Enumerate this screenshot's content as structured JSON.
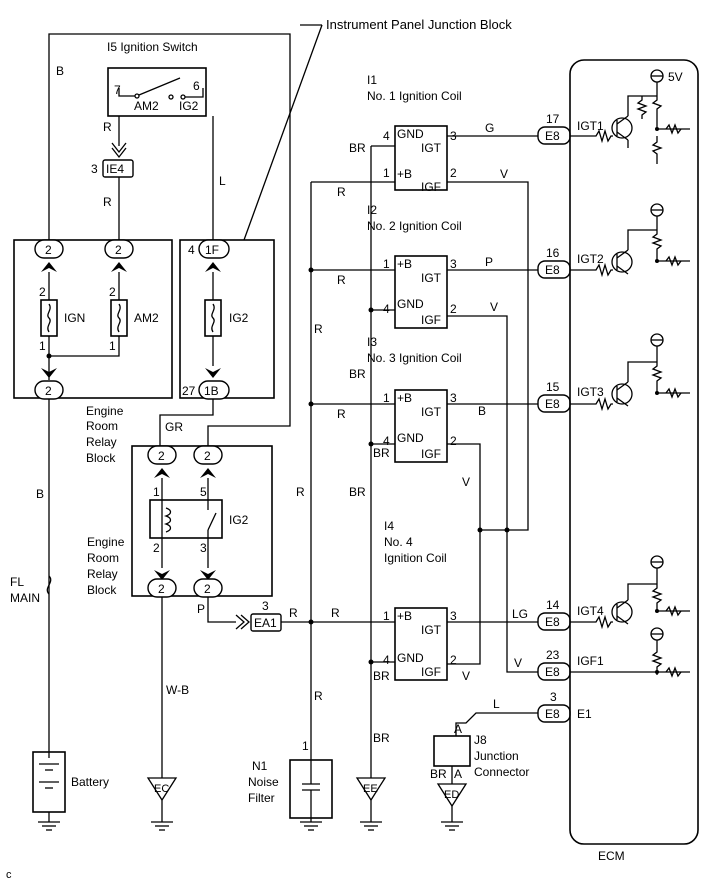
{
  "title_callout": "Instrument Panel Junction Block",
  "ignition_switch": {
    "title": "I5 Ignition Switch",
    "pin_left": "7",
    "pin_right": "6",
    "contact_left": "AM2",
    "contact_right": "IG2"
  },
  "ie4": {
    "pin": "3",
    "label": "IE4"
  },
  "wires": {
    "B": "B",
    "R": "R",
    "L": "L",
    "GR": "GR",
    "P": "P",
    "WB": "W-B",
    "BR": "BR",
    "G": "G",
    "V": "V",
    "LG": "LG"
  },
  "erb_top": {
    "pin2a": "2",
    "pin2b": "2",
    "pin2c": "2",
    "fuse1": "IGN",
    "fuse2": "AM2",
    "n2a": "2",
    "n1a": "1",
    "n2b": "2",
    "n1b": "1",
    "label1": "Engine",
    "label2": "Room",
    "label3": "Relay",
    "label4": "Block"
  },
  "ipjb": {
    "pin_top_num": "4",
    "pin_top": "1F",
    "fuse": "IG2",
    "pin_bot_num": "27",
    "pin_bot": "1B"
  },
  "relay_block": {
    "pin_a": "2",
    "pin_b": "2",
    "pin_c": "2",
    "pin_d": "2",
    "n1": "1",
    "n5": "5",
    "n2": "2",
    "n3": "3",
    "relay": "IG2",
    "label1": "Engine",
    "label2": "Room",
    "label3": "Relay",
    "label4": "Block"
  },
  "fl_main": {
    "line1": "FL",
    "line2": "MAIN"
  },
  "battery": "Battery",
  "ea1": {
    "pin": "3",
    "label": "EA1"
  },
  "coils": [
    {
      "id": "I1",
      "name": "No. 1 Ignition Coil",
      "p4": "4",
      "p3": "3",
      "p1": "1",
      "p2": "2",
      "gnd": "GND",
      "igt": "IGT",
      "b": "+B",
      "igf": "IGF"
    },
    {
      "id": "I2",
      "name": "No. 2 Ignition Coil",
      "p4": "4",
      "p3": "3",
      "p1": "1",
      "p2": "2",
      "gnd": "GND",
      "igt": "IGT",
      "b": "+B",
      "igf": "IGF"
    },
    {
      "id": "I3",
      "name": "No. 3 Ignition Coil",
      "p4": "4",
      "p3": "3",
      "p1": "1",
      "p2": "2",
      "gnd": "GND",
      "igt": "IGT",
      "b": "+B",
      "igf": "IGF"
    },
    {
      "id": "I4",
      "name1": "No. 4",
      "name2": "Ignition Coil",
      "p4": "4",
      "p3": "3",
      "p1": "1",
      "p2": "2",
      "gnd": "GND",
      "igt": "IGT",
      "b": "+B",
      "igf": "IGF"
    }
  ],
  "ecm": {
    "label": "ECM",
    "vcc": "5V",
    "pins": [
      {
        "num": "17",
        "conn": "E8",
        "sig": "IGT1"
      },
      {
        "num": "16",
        "conn": "E8",
        "sig": "IGT2"
      },
      {
        "num": "15",
        "conn": "E8",
        "sig": "IGT3"
      },
      {
        "num": "14",
        "conn": "E8",
        "sig": "IGT4"
      },
      {
        "num": "23",
        "conn": "E8",
        "sig": "IGF1"
      },
      {
        "num": "3",
        "conn": "E8",
        "sig": "E1"
      }
    ]
  },
  "noise_filter": {
    "id": "N1",
    "line1": "Noise",
    "line2": "Filter",
    "pin": "1"
  },
  "junction": {
    "id": "J8",
    "line1": "Junction",
    "line2": "Connector",
    "pinA": "A",
    "pinA2": "A",
    "wire": "BR"
  },
  "grounds": {
    "ec": "EC",
    "ee": "EE",
    "ed": "ED"
  },
  "corner_mark": "c"
}
